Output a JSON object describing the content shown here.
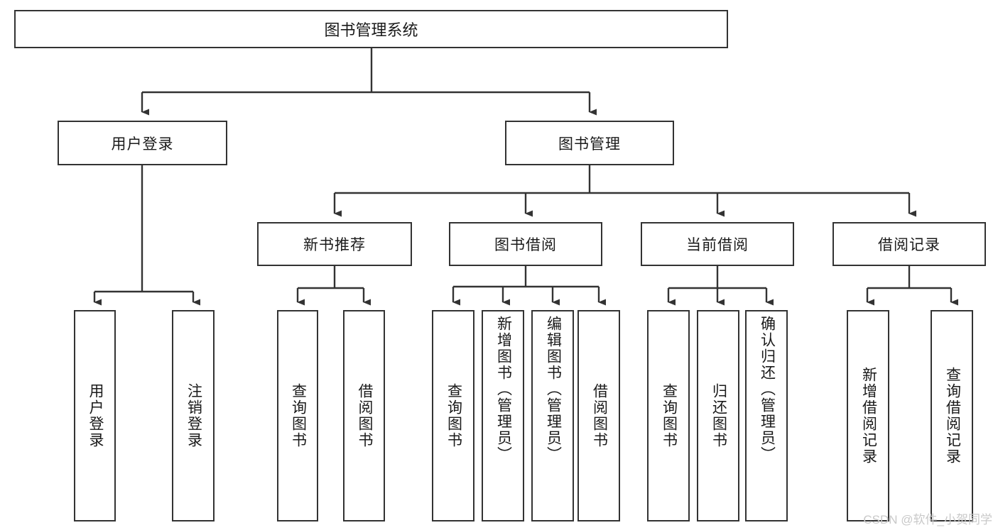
{
  "diagram": {
    "type": "tree",
    "title": "图书管理系统",
    "root": {
      "label": "图书管理系统"
    },
    "level2": [
      {
        "label": "用户登录"
      },
      {
        "label": "图书管理"
      }
    ],
    "level3": [
      {
        "label": "新书推荐"
      },
      {
        "label": "图书借阅"
      },
      {
        "label": "当前借阅"
      },
      {
        "label": "借阅记录"
      }
    ],
    "leaves": {
      "user_login": [
        {
          "label": "用户登录"
        },
        {
          "label": "注销登录"
        }
      ],
      "new_book_recommend": [
        {
          "label": "查询图书"
        },
        {
          "label": "借阅图书"
        }
      ],
      "book_borrow": [
        {
          "label": "查询图书"
        },
        {
          "label": "新增图书（管理员）"
        },
        {
          "label": "编辑图书（管理员）"
        },
        {
          "label": "借阅图书"
        }
      ],
      "current_borrow": [
        {
          "label": "查询图书"
        },
        {
          "label": "归还图书"
        },
        {
          "label": "确认归还（管理员）"
        }
      ],
      "borrow_record": [
        {
          "label": "新增借阅记录"
        },
        {
          "label": "查询借阅记录"
        }
      ]
    }
  },
  "watermark": {
    "text": "CSDN @软件_小贺同学"
  },
  "colors": {
    "box_border": "#333333",
    "box_fill": "#ffffff",
    "line": "#333333",
    "text": "#1a1a1a",
    "watermark": "#c9c9c9"
  }
}
